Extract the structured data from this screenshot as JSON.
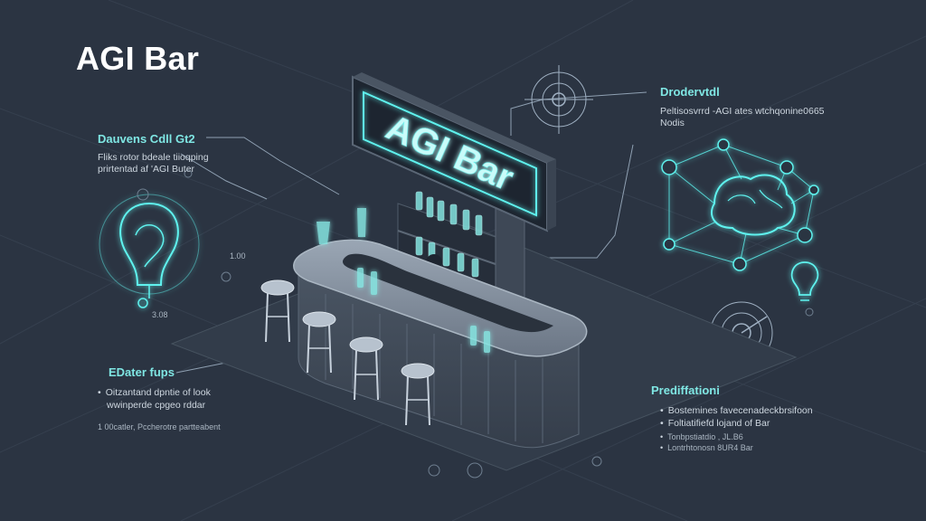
{
  "title": "AGI Bar",
  "sign_text": "AGI Bar",
  "callouts": {
    "top_left": {
      "heading": "Dauvens Cdll Gt2",
      "lines": [
        "Fliks rotor bdeale tiioqping",
        "prirtentad af 'AGI Buter"
      ]
    },
    "bottom_left": {
      "heading": "EDater fups",
      "lines": [
        "Oitzantand dpntie of look",
        "wwinperde cpgeo rddar",
        "1 00catler, Pccherotre partteabent"
      ]
    },
    "top_right": {
      "heading": "Drodervtdl",
      "lines": [
        "Peltisosvrrd -AGI ates wtchqonine0665",
        "Nodis"
      ]
    },
    "bottom_right": {
      "heading": "Prediffationi",
      "lines": [
        "Bostemines favecenadeckbrsifoon",
        "Foltiatifiefd lojand of Bar",
        "Tonbpstiatdio , JL.B6",
        "Lontrhtonosn 8UR4 Bar"
      ]
    },
    "minor_labels": [
      "3.08",
      "1.00"
    ]
  },
  "colors": {
    "background": "#2b3442",
    "accent": "#7fe6e3",
    "glow": "#5ef2ee"
  },
  "icons": [
    "lightbulb-brain-icon",
    "brain-network-icon",
    "target-icon",
    "lightbulb-icon",
    "bartender-figure",
    "bottle-icon"
  ]
}
